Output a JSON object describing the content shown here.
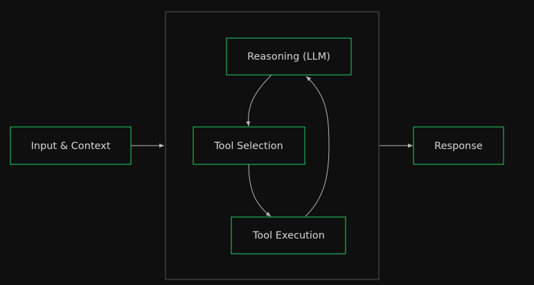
{
  "nodes": {
    "input": {
      "label": "Input & Context"
    },
    "reasoning": {
      "label": "Reasoning (LLM)"
    },
    "tool_selection": {
      "label": "Tool Selection"
    },
    "tool_execution": {
      "label": "Tool Execution"
    },
    "response": {
      "label": "Response"
    }
  },
  "edges": [
    {
      "from": "input",
      "to": "agent-loop"
    },
    {
      "from": "reasoning",
      "to": "tool_selection"
    },
    {
      "from": "tool_selection",
      "to": "tool_execution"
    },
    {
      "from": "tool_execution",
      "to": "reasoning"
    },
    {
      "from": "agent-loop",
      "to": "response"
    }
  ],
  "colors": {
    "background": "#0f0f0f",
    "node_border": "#22d36a",
    "container_border": "#4a4a4a",
    "edge": "#b8b8b8",
    "text": "#d6d6d6"
  }
}
